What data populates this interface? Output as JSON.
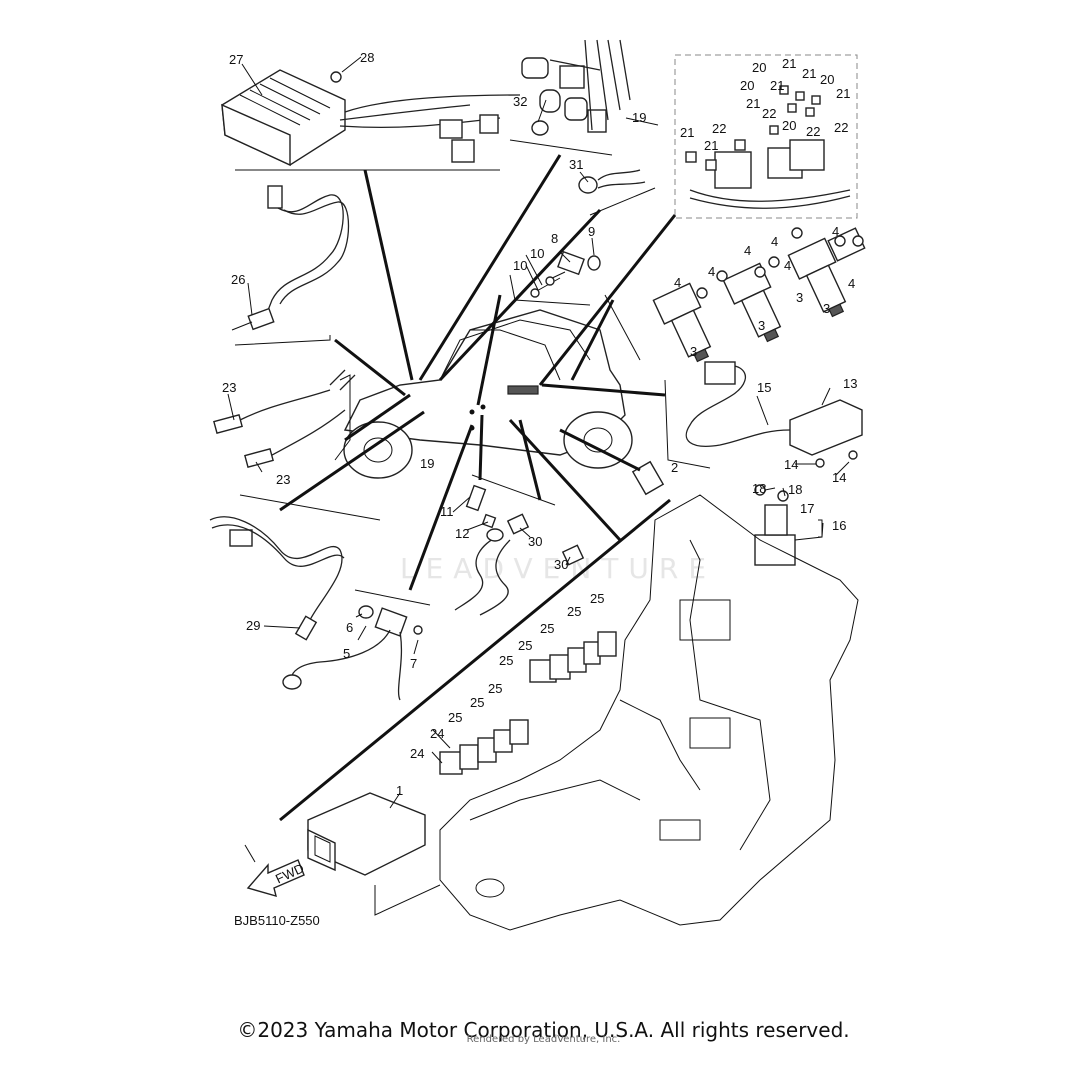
{
  "diagram": {
    "code": "BJB5110-Z550",
    "fwd_label": "FWD",
    "watermark": "LEADVENTURE",
    "copyright": "©2023 Yamaha Motor Corporation, U.S.A. All rights reserved.",
    "renderer": "Rendered by LeadVenture, Inc.",
    "callouts": [
      "27",
      "28",
      "32",
      "19",
      "20",
      "21",
      "21",
      "20",
      "21",
      "20",
      "21",
      "21",
      "22",
      "22",
      "22",
      "20",
      "21",
      "21",
      "22",
      "31",
      "9",
      "8",
      "10",
      "10",
      "26",
      "4",
      "4",
      "4",
      "4",
      "4",
      "4",
      "4",
      "3",
      "3",
      "3",
      "3",
      "23",
      "23",
      "19",
      "15",
      "13",
      "14",
      "14",
      "2",
      "18",
      "18",
      "17",
      "16",
      "11",
      "12",
      "30",
      "30",
      "29",
      "6",
      "5",
      "7",
      "25",
      "25",
      "25",
      "25",
      "25",
      "25",
      "25",
      "25",
      "24",
      "24",
      "1"
    ]
  }
}
